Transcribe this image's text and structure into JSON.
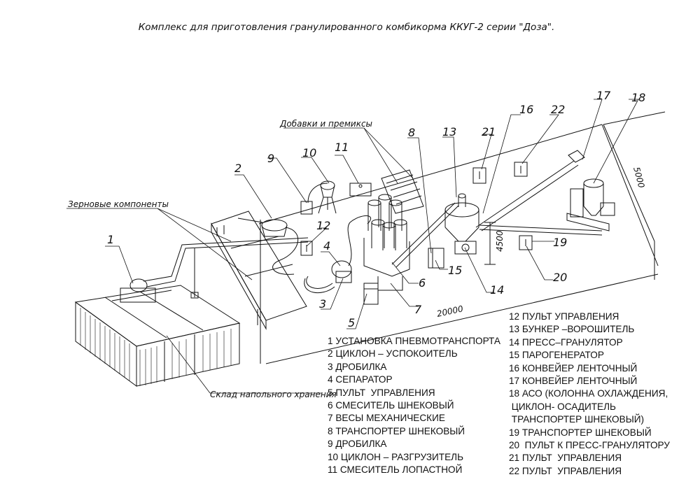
{
  "title": "Комплекс для приготовления гранулированного комбикорма ККУГ-2 серии \"Доза\".",
  "callouts": [
    "1",
    "2",
    "3",
    "4",
    "5",
    "6",
    "7",
    "8",
    "9",
    "10",
    "11",
    "12",
    "13",
    "14",
    "15",
    "16",
    "17",
    "18",
    "19",
    "20",
    "21",
    "22"
  ],
  "annotations": {
    "grain": "Зерновые компоненты",
    "additives": "Добавки и премиксы",
    "storage": "Склад напольного хранения"
  },
  "dimensions": {
    "length": "20000",
    "width": "5000",
    "height": "4500"
  },
  "legend_left": [
    "1 УСТАНОВКА ПНЕВМОТРАНСПОРТА",
    "2 ЦИКЛОН – УСПОКОИТЕЛЬ",
    "3 ДРОБИЛКА",
    "4 СЕПАРАТОР",
    "5 ПУЛЬТ  УПРАВЛЕНИЯ",
    "6 СМЕСИТЕЛЬ ШНЕКОВЫЙ",
    "7 ВЕСЫ МЕХАНИЧЕСКИЕ",
    "8 ТРАНСПОРТЕР ШНЕКОВЫЙ",
    "9 ДРОБИЛКА",
    "10 ЦИКЛОН – РАЗГРУЗИТЕЛЬ",
    "11 СМЕСИТЕЛЬ ЛОПАСТНОЙ"
  ],
  "legend_right": [
    "12 ПУЛЬТ УПРАВЛЕНИЯ",
    "13 БУНКЕР –ВОРОШИТЕЛЬ",
    "14 ПРЕСС–ГРАНУЛЯТОР",
    "15 ПАРОГЕНЕРАТОР",
    "16 КОНВЕЙЕР ЛЕНТОЧНЫЙ",
    "17 КОНВЕЙЕР ЛЕНТОЧНЫЙ",
    "18 АСО (КОЛОННА ОХЛАЖДЕНИЯ,",
    " ЦИКЛОН- ОСАДИТЕЛЬ",
    " ТРАНСПОРТЕР ШНЕКОВЫЙ)",
    "19 ТРАНСПОРТЕР ШНЕКОВЫЙ",
    "20  ПУЛЬТ К ПРЕСС-ГРАНУЛЯТОРУ",
    "21 ПУЛЬТ  УПРАВЛЕНИЯ",
    "22 ПУЛЬТ  УПРАВЛЕНИЯ"
  ]
}
